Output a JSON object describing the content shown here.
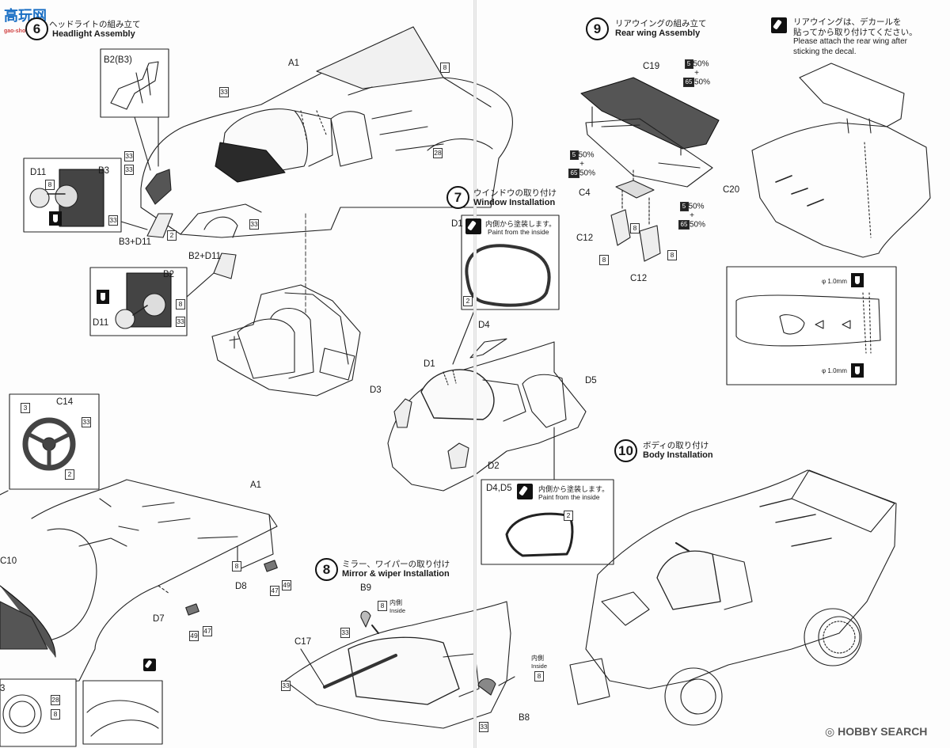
{
  "watermark": {
    "text": "高玩网",
    "url": "gao-shou.com"
  },
  "steps": {
    "s6": {
      "number": "6",
      "jp": "ヘッドライトの組み立て",
      "en": "Headlight Assembly"
    },
    "s7": {
      "number": "7",
      "jp": "ウインドウの取り付け",
      "en": "Window Installation"
    },
    "s8": {
      "number": "8",
      "jp": "ミラー、ワイパーの取り付け",
      "en": "Mirror & wiper Installation"
    },
    "s9": {
      "number": "9",
      "jp": "リアウイングの組み立て",
      "en": "Rear wing Assembly"
    },
    "s10": {
      "number": "10",
      "jp": "ボディの取り付け",
      "en": "Body Installation"
    }
  },
  "notes": {
    "decal_jp_1": "リアウイングは、デカールを",
    "decal_jp_2": "貼ってから取り付けてください。",
    "decal_en_1": "Please attach the rear wing after",
    "decal_en_2": "sticking the decal.",
    "paint_inside_jp": "内側から塗装します。",
    "paint_inside_en": "Paint from the inside",
    "inside_jp": "内側",
    "inside_en": "Inside",
    "drill_size": "φ 1.0mm"
  },
  "part_labels": {
    "B2B3": "B2(B3)",
    "A1": "A1",
    "D11": "D11",
    "B3": "B3",
    "B3D11": "B3+D11",
    "B2D11": "B2+D11",
    "B2": "B2",
    "C19": "C19",
    "C4": "C4",
    "C12": "C12",
    "C20": "C20",
    "D1": "D1",
    "D4": "D4",
    "D3": "D3",
    "D5": "D5",
    "D2": "D2",
    "D4D5": "D4,D5",
    "C14": "C14",
    "D8": "D8",
    "D7": "D7",
    "C10": "C10",
    "B9": "B9",
    "C17": "C17",
    "B8": "B8"
  },
  "color_codes": {
    "c2": "2",
    "c3": "3",
    "c5": "5",
    "c8": "8",
    "c28": "28",
    "c33": "33",
    "c47": "47",
    "c49": "49",
    "c65": "65"
  },
  "mix": {
    "pct": "50%",
    "plus": "+"
  },
  "page_marks": {
    "corner_number": "3"
  },
  "publisher": {
    "name": "HOBBY SEARCH",
    "mark": "◎"
  }
}
